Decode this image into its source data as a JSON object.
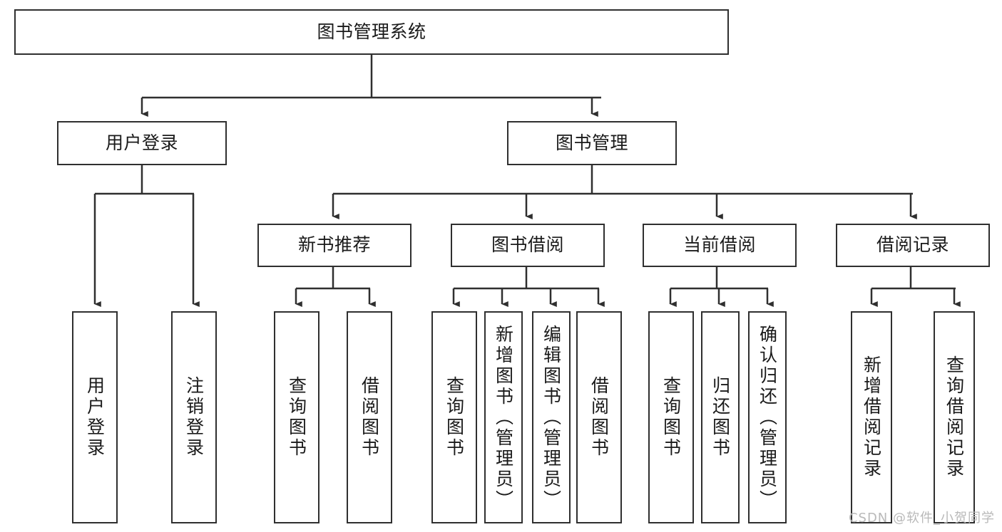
{
  "diagram": {
    "type": "tree",
    "title": "图书管理系统",
    "watermark": "CSDN @软件_小贺同学",
    "levels": {
      "root": {
        "label": "图书管理系统"
      },
      "level2": [
        {
          "id": "user-login",
          "label": "用户登录"
        },
        {
          "id": "book-manage",
          "label": "图书管理"
        }
      ],
      "level3": [
        {
          "id": "new-book-recommend",
          "label": "新书推荐",
          "parent": "book-manage"
        },
        {
          "id": "book-borrow",
          "label": "图书借阅",
          "parent": "book-manage"
        },
        {
          "id": "current-borrow",
          "label": "当前借阅",
          "parent": "book-manage"
        },
        {
          "id": "borrow-record",
          "label": "借阅记录",
          "parent": "book-manage"
        }
      ],
      "leaves": [
        {
          "id": "leaf-user-login",
          "label": "用户登录",
          "parent": "user-login"
        },
        {
          "id": "leaf-logout-login",
          "label": "注销登录",
          "parent": "user-login"
        },
        {
          "id": "leaf-query-book-1",
          "label": "查询图书",
          "parent": "new-book-recommend"
        },
        {
          "id": "leaf-borrow-book-1",
          "label": "借阅图书",
          "parent": "new-book-recommend"
        },
        {
          "id": "leaf-query-book-2",
          "label": "查询图书",
          "parent": "book-borrow"
        },
        {
          "id": "leaf-add-book",
          "label": "新增图书（管理员）",
          "parent": "book-borrow"
        },
        {
          "id": "leaf-edit-book",
          "label": "编辑图书（管理员）",
          "parent": "book-borrow"
        },
        {
          "id": "leaf-borrow-book-2",
          "label": "借阅图书",
          "parent": "book-borrow"
        },
        {
          "id": "leaf-query-book-3",
          "label": "查询图书",
          "parent": "current-borrow"
        },
        {
          "id": "leaf-return-book",
          "label": "归还图书",
          "parent": "current-borrow"
        },
        {
          "id": "leaf-confirm-return",
          "label": "确认归还（管理员）",
          "parent": "current-borrow"
        },
        {
          "id": "leaf-add-record",
          "label": "新增借阅记录",
          "parent": "borrow-record"
        },
        {
          "id": "leaf-query-record",
          "label": "查询借阅记录",
          "parent": "borrow-record"
        }
      ]
    },
    "colors": {
      "stroke": "#2f2f2f",
      "fill": "#ffffff",
      "text": "#1a1a1a",
      "watermark": "#b9b9b9"
    }
  }
}
